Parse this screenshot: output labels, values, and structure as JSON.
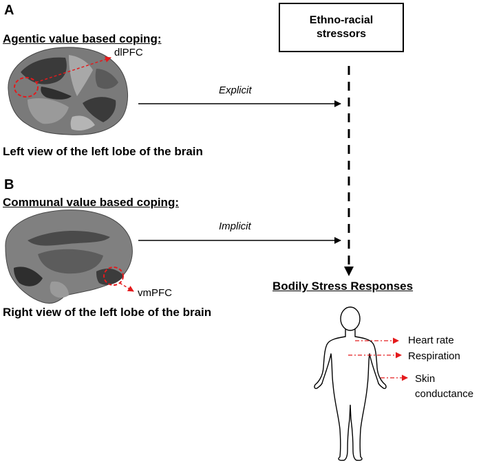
{
  "panel_a": {
    "letter": "A",
    "heading": "Agentic value based coping:",
    "region_label": "dlPFC",
    "arrow_label": "Explicit",
    "caption": "Left view of the left lobe of the brain"
  },
  "panel_b": {
    "letter": "B",
    "heading": "Communal value based coping:",
    "region_label": "vmPFC",
    "arrow_label": "Implicit",
    "caption": "Right view of the left lobe of the brain"
  },
  "stressor_box": {
    "line1": "Ethno-racial",
    "line2": "stressors"
  },
  "responses": {
    "heading": "Bodily Stress Responses",
    "heart_rate": "Heart rate",
    "respiration": "Respiration",
    "skin_line1": "Skin",
    "skin_line2": "conductance"
  },
  "colors": {
    "highlight": "#e41a1c",
    "brain_dark": "#3a3a3a",
    "brain_mid": "#6e6e6e",
    "brain_light": "#a8a8a8"
  },
  "icons": [
    "left-brain-illustration",
    "medial-brain-illustration",
    "human-body-outline"
  ]
}
